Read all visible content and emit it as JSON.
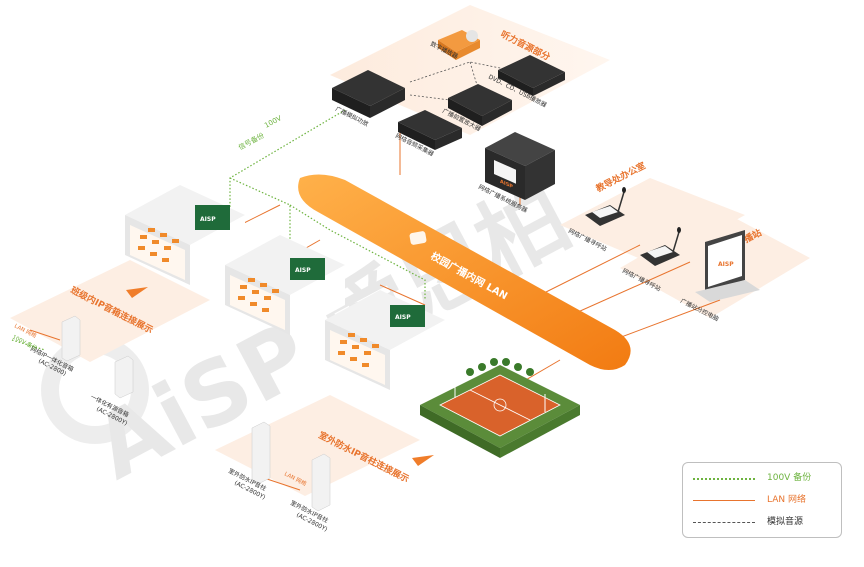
{
  "watermark": "AiSP 爱思柏",
  "brand": "AISP",
  "sections": {
    "audio_source": "听力音源部分",
    "teaching_office": "教导处办公室",
    "campus_station": "校园广播站",
    "classroom_cabinet": "班级内IP音箱连接展示",
    "outdoor_column": "室外防水IP音柱连接展示"
  },
  "backbone": "校园广播内网 LAN",
  "devices": {
    "cd_player": "数字播放器",
    "dvd_player": "DVD、CD、USB播放器",
    "analog_terminal": "广播模拟功放",
    "mixer": "广播前置放大器",
    "net_encoder": "网络音频采集器",
    "server": "网络广播系统服务器",
    "mic_station_1": "网络广播寻呼站",
    "mic_station_2": "网络广播寻呼站",
    "pc": "广播站分控电脑",
    "ip_speaker_a": "网络IP一体化音箱",
    "ip_speaker_a_model": "(AC-2800)",
    "ip_speaker_b": "一体化有源音箱",
    "ip_speaker_b_model": "(AC-2800Y)",
    "ip_column_a": "室外防水IP音柱",
    "ip_column_a_model": "(AC-2800Y)",
    "ip_column_b": "室外防水IP音柱",
    "ip_column_b_model": "(AC-2800Y)"
  },
  "link_labels": {
    "v100": "100V",
    "backup": "信号备份",
    "lan_tag": "LAN 网络",
    "v100_tag": "100V 备份",
    "lan_tag2": "LAN 网络"
  },
  "legend": [
    {
      "label": "100V 备份",
      "style": "dotted",
      "color": "#6db33f"
    },
    {
      "label": "LAN 网络",
      "style": "solid",
      "color": "#e8742e"
    },
    {
      "label": "模拟音源",
      "style": "dashed",
      "color": "#555555"
    }
  ],
  "colors": {
    "accent": "#f7941d",
    "lan": "#e8742e",
    "backup": "#6db33f",
    "panel": "#fbe3d2",
    "green_board": "#1f6b3a"
  }
}
